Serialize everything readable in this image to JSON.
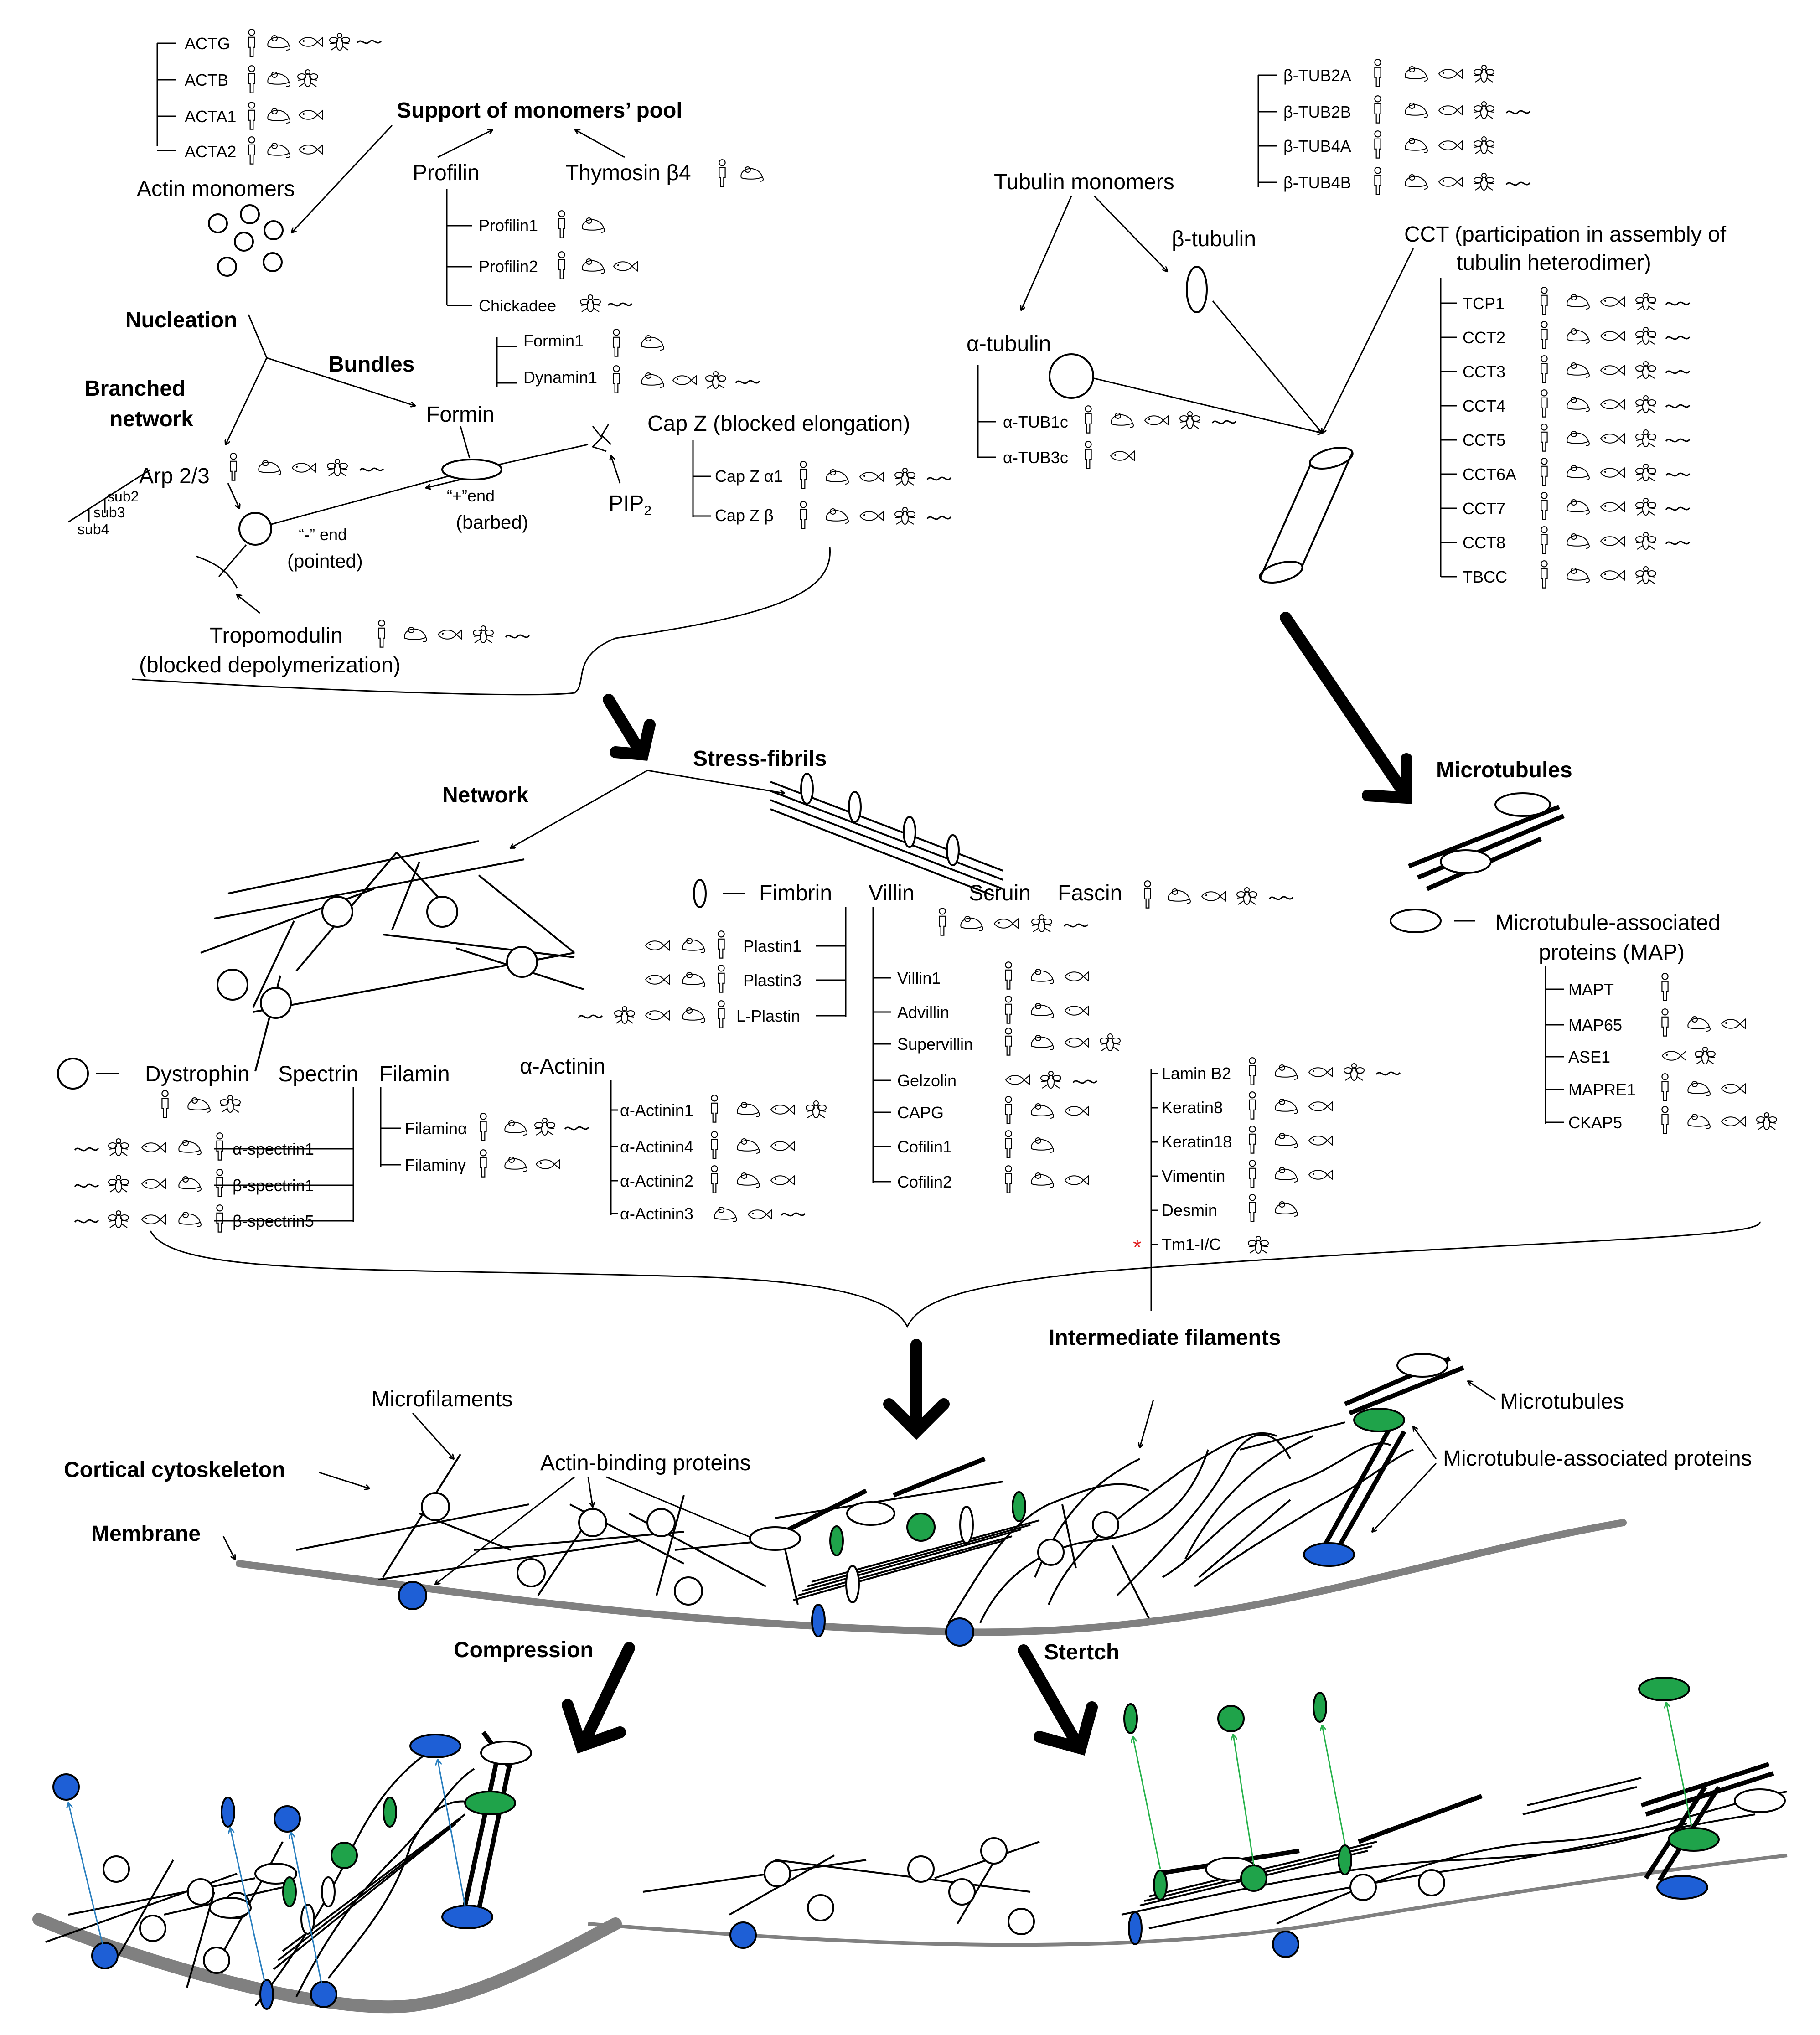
{
  "labels": {
    "actin_monomers": "Actin monomers",
    "support_pool": "Support of monomers’ pool",
    "profilin": "Profilin",
    "thymosin": "Thymosin β4",
    "nucleation": "Nucleation",
    "bundles": "Bundles",
    "branched_network_1": "Branched",
    "branched_network_2": "network",
    "formin": "Formin",
    "arp": "Arp 2/3",
    "sub2": "sub2",
    "sub3": "sub3",
    "sub4": "sub4",
    "plus_end_1": "“+”end",
    "plus_end_2": "(barbed)",
    "minus_end_1": "“-” end",
    "minus_end_2": "(pointed)",
    "pip": "PIP",
    "pip_sub": "2",
    "capz": "Cap Z (blocked elongation)",
    "tropomodulin_1": "Tropomodulin",
    "tropomodulin_2": "(blocked depolymerization)",
    "tubulin_monomers": "Tubulin monomers",
    "beta_tubulin": "β-tubulin",
    "alpha_tubulin": "α-tubulin",
    "cct_1": "CCT (participation in assembly of",
    "cct_2": "tubulin heterodimer)",
    "stress_fibrils": "Stress-fibrils",
    "network": "Network",
    "microtubules_title": "Microtubules",
    "fimbrin": "Fimbrin",
    "villin": "Villin",
    "scruin": "Scruin",
    "fascin": "Fascin",
    "map_1": "Microtubule-associated",
    "map_2": "proteins (MAP)",
    "dystrophin": "Dystrophin",
    "spectrin": "Spectrin",
    "filamin": "Filamin",
    "alpha_actinin": "α-Actinin",
    "intermediate_filaments": "Intermediate filaments",
    "microfilaments": "Microfilaments",
    "actin_binding": "Actin-binding proteins",
    "cortical": "Cortical cytoskeleton",
    "membrane": "Membrane",
    "microtubules_label": "Microtubules",
    "map_label": "Microtubule-associated proteins",
    "compression": "Compression",
    "stretch": "Stertch",
    "asterisk": "*"
  },
  "lists": {
    "actin": [
      "ACTG",
      "ACTB",
      "ACTA1",
      "ACTA2"
    ],
    "profilin": [
      "Profilin1",
      "Profilin2",
      "Chickadee"
    ],
    "formin": [
      "Formin1",
      "Dynamin1"
    ],
    "capz": [
      "Cap Z α1",
      "Cap Z β"
    ],
    "beta_tub": [
      "β-TUB2A",
      "β-TUB2B",
      "β-TUB4A",
      "β-TUB4B"
    ],
    "alpha_tub": [
      "α-TUB1c",
      "α-TUB3c"
    ],
    "cct": [
      "TCP1",
      "CCT2",
      "CCT3",
      "CCT4",
      "CCT5",
      "CCT6A",
      "CCT7",
      "CCT8",
      "TBCC"
    ],
    "fimbrin": [
      "Plastin1",
      "Plastin3",
      "L-Plastin"
    ],
    "villin": [
      "Villin1",
      "Advillin",
      "Supervillin",
      "Gelzolin",
      "CAPG",
      "Cofilin1",
      "Cofilin2"
    ],
    "map": [
      "MAPT",
      "MAP65",
      "ASE1",
      "MAPRE1",
      "CKAP5"
    ],
    "spectrin": [
      "α-spectrin1",
      "β-spectrin1",
      "β-spectrin5"
    ],
    "filamin": [
      "Filaminα",
      "Filaminγ"
    ],
    "actinin": [
      "α-Actinin1",
      "α-Actinin4",
      "α-Actinin2",
      "α-Actinin3"
    ],
    "intermediate": [
      "Lamin B2",
      "Keratin8",
      "Keratin18",
      "Vimentin",
      "Desmin",
      "Tm1-I/C"
    ]
  },
  "organism_icons": [
    "human-icon",
    "mouse-icon",
    "fish-icon",
    "fly-icon",
    "worm-icon"
  ],
  "colors": {
    "membrane": "#808080",
    "blue_protein": "#1e5fd6",
    "green_protein": "#1fa34a",
    "blue_arrow": "#2a7fbf",
    "green_arrow": "#27b24c",
    "asterisk": "#e02020"
  }
}
